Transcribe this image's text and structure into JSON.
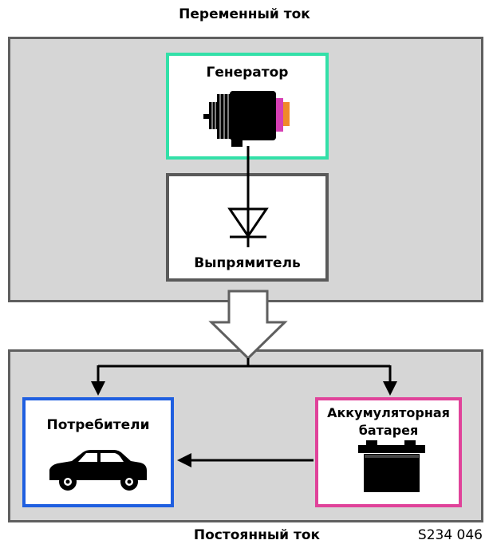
{
  "top_caption": "Переменный ток",
  "bottom_caption": "Постоянный ток",
  "figure_code": "S234 046",
  "generator": {
    "label": "Генератор",
    "border_color": "#33e0a8"
  },
  "rectifier": {
    "label": "Выпрямитель",
    "border_color": "#5a5a5a"
  },
  "consumers": {
    "label": "Потребители",
    "border_color": "#1f5fe0"
  },
  "battery": {
    "line1": "Аккумуляторная",
    "line2": "батарея",
    "border_color": "#e0439a"
  },
  "icons": [
    "generator-icon",
    "diode-icon",
    "car-icon",
    "battery-icon"
  ]
}
